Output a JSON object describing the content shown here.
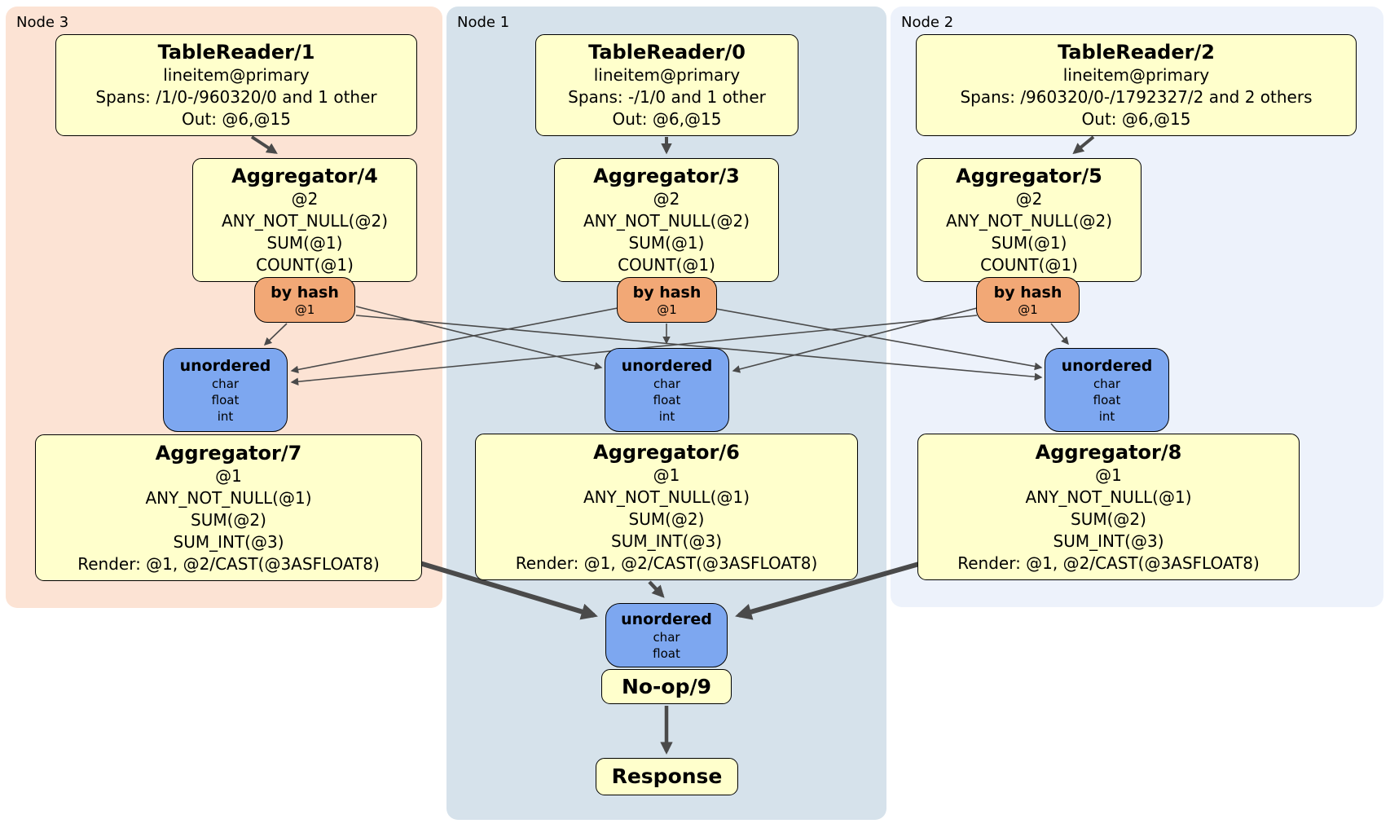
{
  "diagram": {
    "kind": "distributed SQL plan",
    "colors": {
      "processor_fill": "#FFFFCC",
      "router_fill": "#F2A876",
      "sync_fill": "#7DA7F0",
      "node3_fill": "#FCE3D4",
      "node1_fill": "#D6E2EB",
      "node2_fill": "#EDF2FB",
      "edge_color": "#4A4A4A",
      "border_color": "#000000"
    }
  },
  "panels": {
    "node3": {
      "label": "Node 3"
    },
    "node1": {
      "label": "Node 1"
    },
    "node2": {
      "label": "Node 2"
    }
  },
  "boxes": {
    "tr1": {
      "title": "TableReader/1",
      "lines": [
        "lineitem@primary",
        "Spans: /1/0-/960320/0 and 1 other",
        "Out: @6,@15"
      ]
    },
    "tr0": {
      "title": "TableReader/0",
      "lines": [
        "lineitem@primary",
        "Spans: -/1/0 and 1 other",
        "Out: @6,@15"
      ]
    },
    "tr2": {
      "title": "TableReader/2",
      "lines": [
        "lineitem@primary",
        "Spans: /960320/0-/1792327/2 and 2 others",
        "Out: @6,@15"
      ]
    },
    "agg4": {
      "title": "Aggregator/4",
      "lines": [
        "@2",
        "ANY_NOT_NULL(@2)",
        "SUM(@1)",
        "COUNT(@1)"
      ]
    },
    "agg3": {
      "title": "Aggregator/3",
      "lines": [
        "@2",
        "ANY_NOT_NULL(@2)",
        "SUM(@1)",
        "COUNT(@1)"
      ]
    },
    "agg5": {
      "title": "Aggregator/5",
      "lines": [
        "@2",
        "ANY_NOT_NULL(@2)",
        "SUM(@1)",
        "COUNT(@1)"
      ]
    },
    "hash4": {
      "title": "by hash",
      "lines": [
        "@1"
      ]
    },
    "hash3": {
      "title": "by hash",
      "lines": [
        "@1"
      ]
    },
    "hash5": {
      "title": "by hash",
      "lines": [
        "@1"
      ]
    },
    "syncL": {
      "title": "unordered",
      "lines": [
        "char",
        "float",
        "int"
      ]
    },
    "syncC": {
      "title": "unordered",
      "lines": [
        "char",
        "float",
        "int"
      ]
    },
    "syncR": {
      "title": "unordered",
      "lines": [
        "char",
        "float",
        "int"
      ]
    },
    "agg7": {
      "title": "Aggregator/7",
      "lines": [
        "@1",
        "ANY_NOT_NULL(@1)",
        "SUM(@2)",
        "SUM_INT(@3)",
        "Render: @1, @2/CAST(@3ASFLOAT8)"
      ]
    },
    "agg6": {
      "title": "Aggregator/6",
      "lines": [
        "@1",
        "ANY_NOT_NULL(@1)",
        "SUM(@2)",
        "SUM_INT(@3)",
        "Render: @1, @2/CAST(@3ASFLOAT8)"
      ]
    },
    "agg8": {
      "title": "Aggregator/8",
      "lines": [
        "@1",
        "ANY_NOT_NULL(@1)",
        "SUM(@2)",
        "SUM_INT(@3)",
        "Render: @1, @2/CAST(@3ASFLOAT8)"
      ]
    },
    "syncOut": {
      "title": "unordered",
      "lines": [
        "char",
        "float"
      ]
    },
    "noop": {
      "title": "No-op/9"
    },
    "resp": {
      "title": "Response"
    }
  }
}
